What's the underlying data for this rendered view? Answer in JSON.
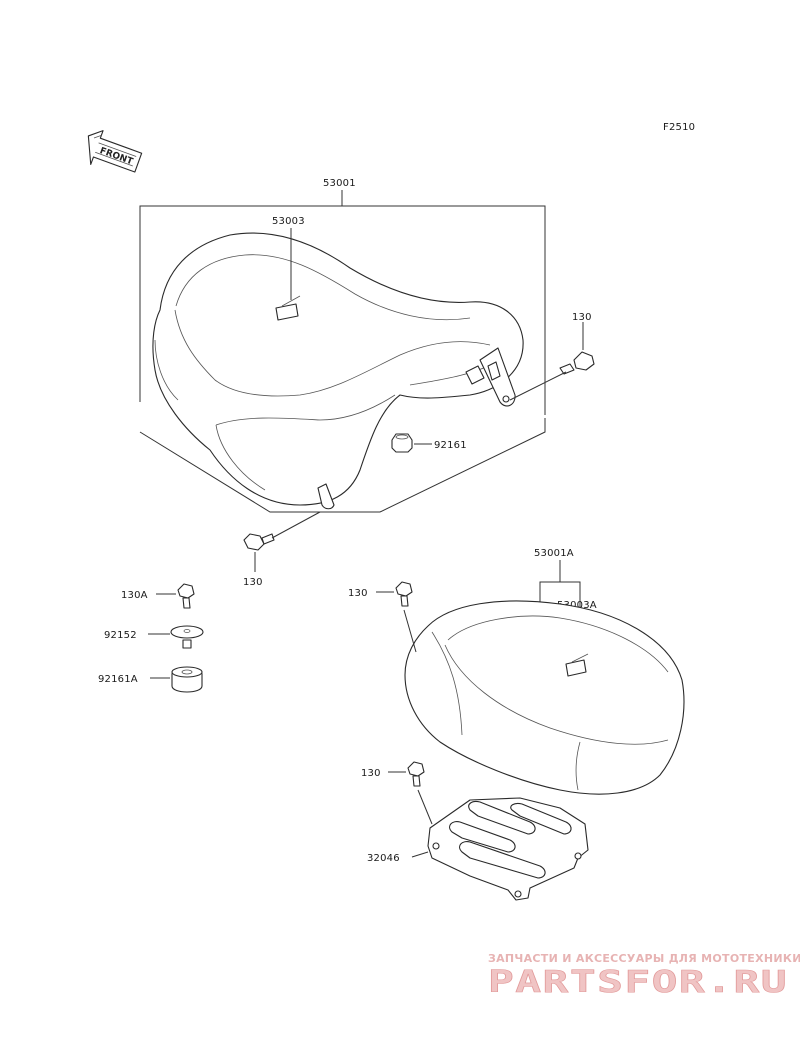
{
  "figure_code": "F2510",
  "front_arrow": "FRONT",
  "labels": {
    "p53001": "53001",
    "p53003": "53003",
    "p130_a": "130",
    "p92161": "92161",
    "p130_b": "130",
    "p53001A": "53001A",
    "p53003A": "53003A",
    "p130_c": "130",
    "p130A": "130A",
    "p92152": "92152",
    "p92161A": "92161A",
    "p130_d": "130",
    "p32046": "32046"
  },
  "watermark": {
    "tagline": "ЗАПЧАСТИ И АКСЕССУАРЫ ДЛЯ МОТОТЕХНИКИ",
    "logo": "PARTSFOR.RU"
  }
}
